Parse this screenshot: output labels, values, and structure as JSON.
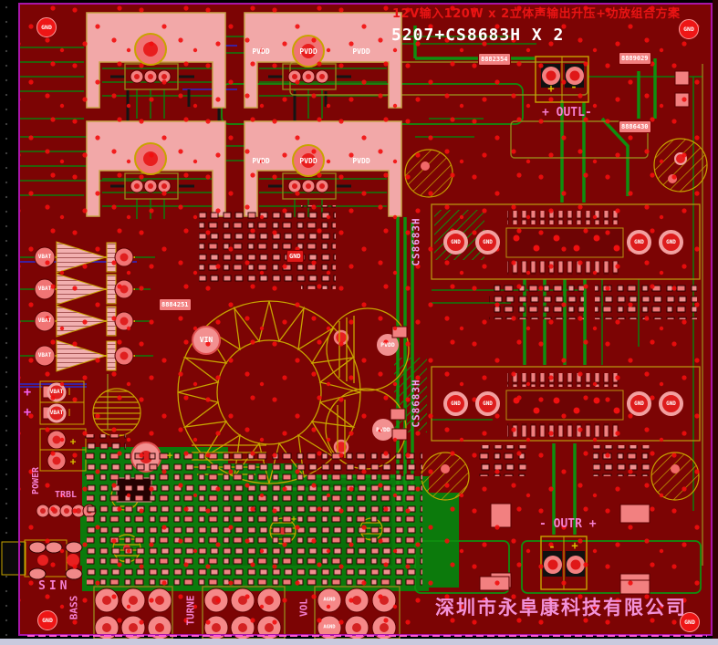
{
  "titles": {
    "line1": "12V输入120W x 2立体声输出升压+功放组合方案",
    "line2": "5207+CS8683H X 2"
  },
  "company": "深圳市永阜康科技有限公司",
  "nets": {
    "gnd": "GND",
    "pvdd": "PVDD",
    "vin": "VIN",
    "vbat": "VBAT",
    "agnd": "AGND"
  },
  "silk": {
    "outl": "+ OUTL-",
    "outr": "- OUTR +",
    "ic": "CS8683H",
    "power": "POWER",
    "trbl": "TRBL",
    "sin": "SIN",
    "bass": "BASS",
    "turne": "TURNE",
    "vol": "VOL",
    "plus": "+",
    "minus": "-",
    "tick": "|"
  },
  "refs": [
    "8882354",
    "8889029",
    "8886430",
    "8884251"
  ],
  "colors": {
    "board": "#7c0404",
    "pour_pink": "#f2a8a8",
    "trace_green": "#0d7d0d",
    "silk_yellow": "#c8a400",
    "silk_pink": "#f57fd0",
    "via_red": "#f20d0d",
    "edge_purple": "#a816a8",
    "title_red": "#e81414",
    "title_white": "#ffffff"
  }
}
